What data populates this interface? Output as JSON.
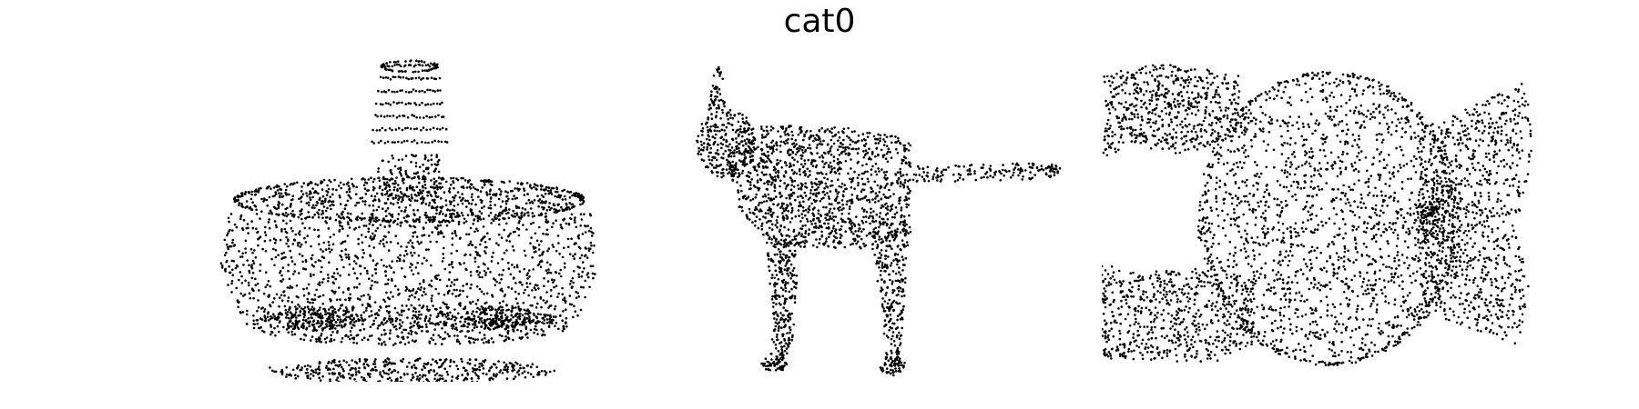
{
  "figure": {
    "title": "cat0",
    "point_color": "#000000",
    "background": "#ffffff"
  },
  "panels": [
    {
      "name": "vase-point-cloud",
      "axes": "hidden"
    },
    {
      "name": "cat-point-cloud",
      "axes": "hidden"
    },
    {
      "name": "chair-like-point-cloud",
      "axes": "hidden"
    }
  ]
}
